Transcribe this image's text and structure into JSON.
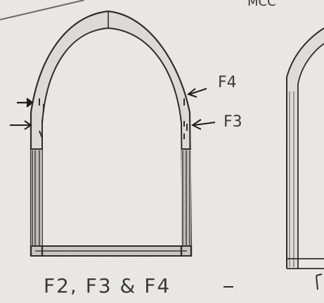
{
  "drawing": {
    "caption": "F2, F3 & F4",
    "callouts": {
      "f4": "F4",
      "f3": "F3"
    },
    "top_right_text": "MCC",
    "paper_color": "#e9e8e6",
    "pencil_color": "#3a3a3a"
  }
}
